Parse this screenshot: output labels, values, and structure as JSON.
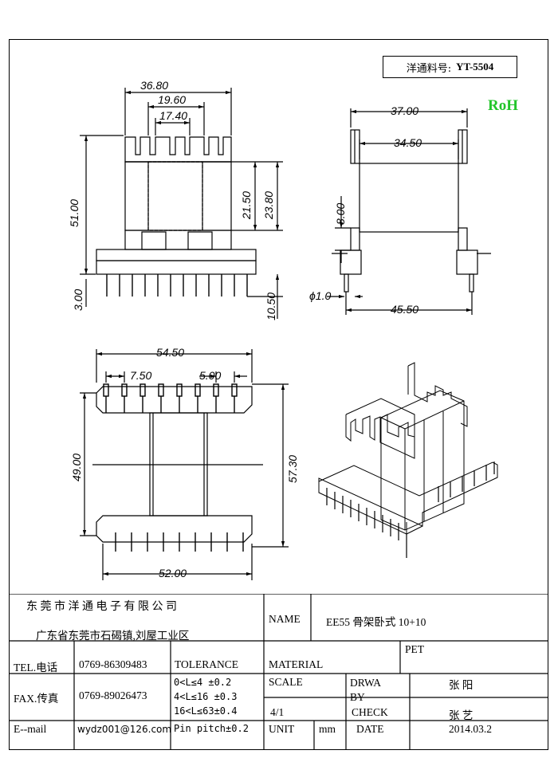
{
  "header": {
    "part_label": "洋通料号:",
    "part_number": "YT-5504",
    "rohs": "RoH"
  },
  "dimensions": {
    "front": {
      "total_width": "36.80",
      "slot_outer": "19.60",
      "slot_inner": "17.40",
      "total_height": "51.00",
      "window_height": "21.50",
      "core_height": "23.80",
      "pin_offset": "3.00",
      "pin_length": "10.50"
    },
    "side": {
      "flange_width": "37.00",
      "inner_width": "34.50",
      "flange_thickness": "8.00",
      "pin_diameter": "ϕ1.0",
      "pin_span": "45.50"
    },
    "bottom": {
      "overall_width": "54.50",
      "pin_pitch_large": "7.50",
      "pin_pitch": "5.00",
      "row_span": "49.00",
      "overall_length": "57.30",
      "base_width": "52.00"
    }
  },
  "title_block": {
    "company": "东 莞 市 洋 通 电 子 有 限 公 司",
    "address": "广东省东莞市石碣镇,刘屋工业区",
    "name_label": "NAME",
    "name_value": "EE55 骨架卧式 10+10",
    "tel_label": "TEL.电话",
    "tel_value": "0769-86309483",
    "fax_label": "FAX.传真",
    "fax_value": "0769-89026473",
    "email_label": "E--mail",
    "email_value": "wydz001@126.com",
    "tolerance_label": "TOLERANCE",
    "tolerance_rows": [
      "0<L≤4  ±0.2",
      "4<L≤16  ±0.3",
      "16<L≤63±0.4",
      "Pin pitch±0.2"
    ],
    "material_label": "MATERIAL",
    "material_value": "PET",
    "scale_label": "SCALE",
    "scale_value": "4/1",
    "unit_label": "UNIT",
    "unit_value": "mm",
    "drawn_label": "DRWA BY",
    "drawn_value": "张 阳",
    "check_label": "CHECK",
    "check_value": "张 艺",
    "date_label": "DATE",
    "date_value": "2014.03.2"
  }
}
